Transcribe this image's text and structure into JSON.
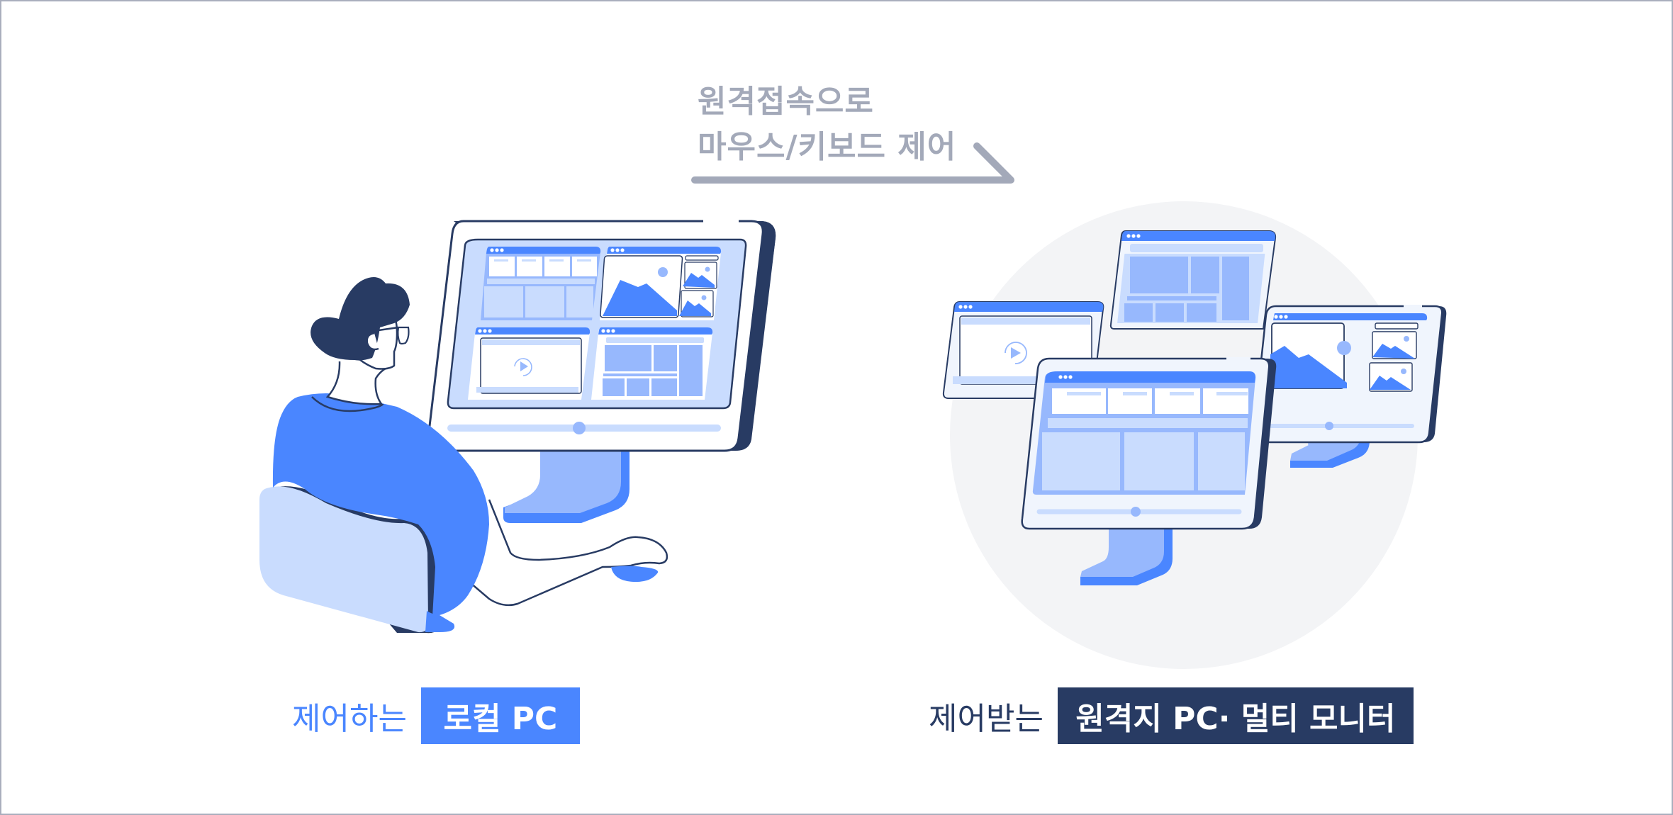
{
  "arrow": {
    "caption_line1": "원격접속으로",
    "caption_line2": "마우스/키보드 제어",
    "color": "#a3a9b9"
  },
  "local": {
    "prefix": "제어하는",
    "chip": "로컬 PC",
    "color": "#4a86ff"
  },
  "remote": {
    "prefix": "제어받는",
    "chip": "원격지 PC· 멀티 모니터",
    "color": "#283b63"
  },
  "palette": {
    "primary": "#4a86ff",
    "light": "#c9dcfe",
    "mid": "#97b8fd",
    "navy": "#283b63",
    "screen_bg": "#f0f5fd",
    "circle_bg": "#f3f4f6",
    "border": "#a9aebd"
  },
  "icons": {
    "play": "play-icon",
    "image": "image-icon",
    "window_dots": "window-dots-icon"
  }
}
